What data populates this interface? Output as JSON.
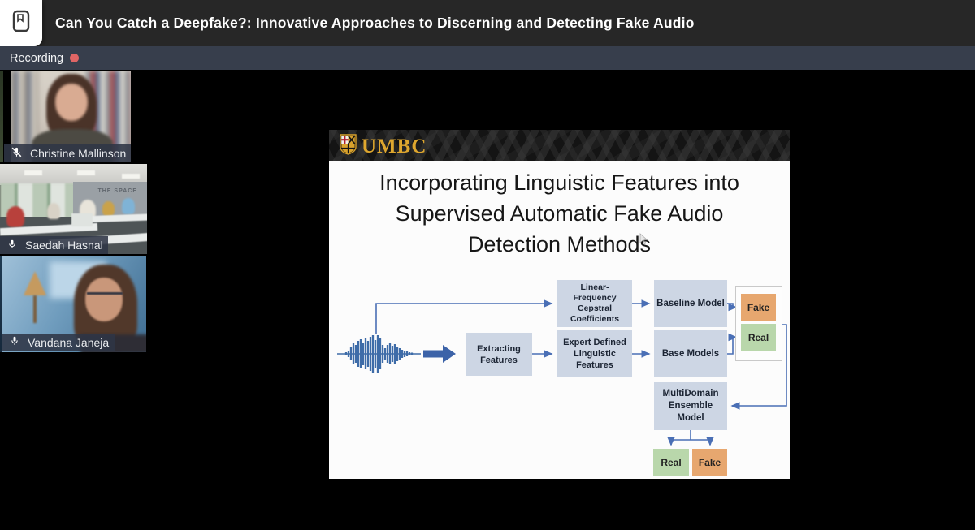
{
  "header": {
    "title": "Can You Catch a Deepfake?: Innovative Approaches to Discerning and Detecting Fake Audio"
  },
  "recording": {
    "label": "Recording",
    "dot_color": "#e06565"
  },
  "participants": [
    {
      "name": "Christine Mallinson",
      "muted": true
    },
    {
      "name": "Saedah Hasnal",
      "muted": false,
      "room_wall_text": "THE SPACE"
    },
    {
      "name": "Vandana Janeja",
      "muted": false
    }
  ],
  "slide": {
    "logo_text": "UMBC",
    "title": "Incorporating Linguistic Features into\nSupervised Automatic Fake Audio\nDetection Methods",
    "diagram": {
      "extracting_features": "Extracting\nFeatures",
      "lfcc": "Linear-\nFrequency\nCepstral\nCoefficients",
      "expert_features": "Expert Defined\nLinguistic\nFeatures",
      "baseline_model": "Baseline Model",
      "base_models": "Base Models",
      "multidomain_model": "MultiDomain\nEnsemble\nModel",
      "fake_label": "Fake",
      "real_label": "Real"
    },
    "colors": {
      "fake": "#e7a76f",
      "real": "#b9d7ab",
      "box": "#cdd6e4",
      "line": "#4a6fb5",
      "umbc_gold": "#dfa72e"
    }
  }
}
